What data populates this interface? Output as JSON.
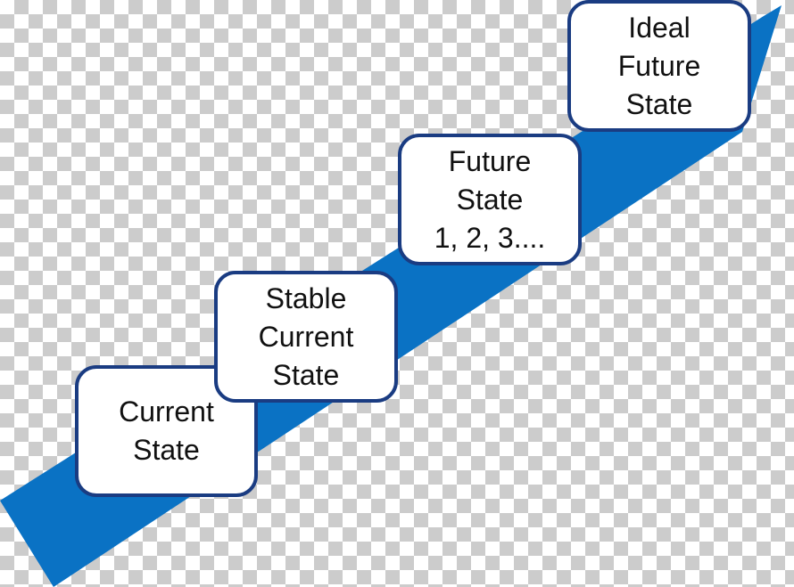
{
  "colors": {
    "band": "#0a72c4",
    "box_border": "#1a3c82",
    "box_fill": "#ffffff",
    "text": "#111111"
  },
  "steps": [
    {
      "lines": [
        "Current",
        "State"
      ]
    },
    {
      "lines": [
        "Stable",
        "Current",
        "State"
      ]
    },
    {
      "lines": [
        "Future",
        "State",
        "1, 2, 3...."
      ]
    },
    {
      "lines": [
        "Ideal",
        "Future",
        "State"
      ]
    }
  ]
}
